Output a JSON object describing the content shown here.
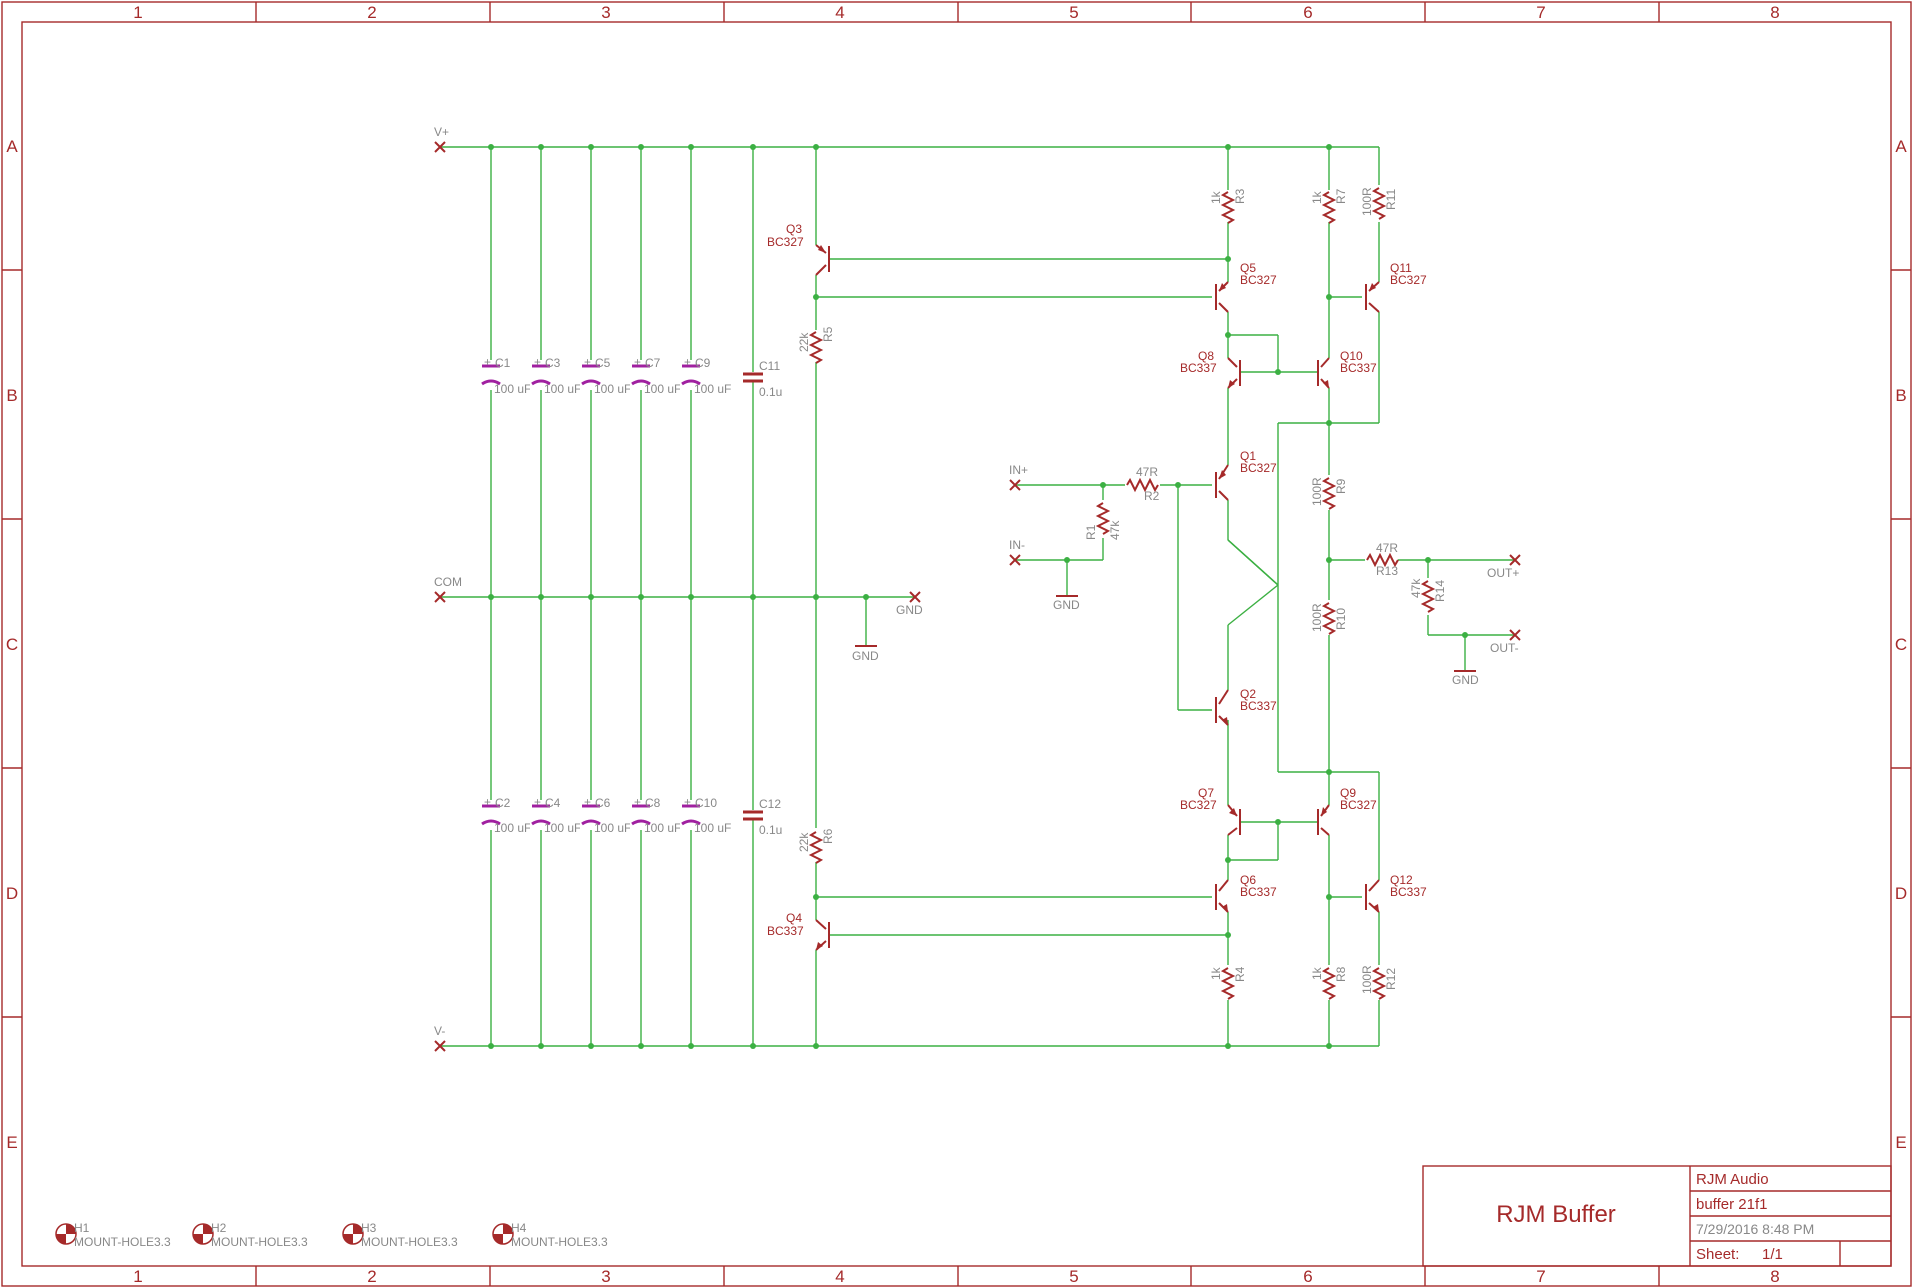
{
  "frame": {
    "columns": [
      "1",
      "2",
      "3",
      "4",
      "5",
      "6",
      "7",
      "8"
    ],
    "rows": [
      "A",
      "B",
      "C",
      "D",
      "E"
    ]
  },
  "title_block": {
    "title": "RJM Buffer",
    "company": "RJM Audio",
    "file": "buffer 21f1",
    "date": "7/29/2016 8:48 PM",
    "sheet_label": "Sheet:",
    "sheet_value": "1/1"
  },
  "nets": {
    "vplus": "V+",
    "vminus": "V-",
    "com": "COM",
    "gnd": "GND",
    "in_plus": "IN+",
    "in_minus": "IN-",
    "out_plus": "OUT+",
    "out_minus": "OUT-"
  },
  "capacitors": [
    {
      "ref": "C1",
      "value": "100 uF"
    },
    {
      "ref": "C3",
      "value": "100 uF"
    },
    {
      "ref": "C5",
      "value": "100 uF"
    },
    {
      "ref": "C7",
      "value": "100 uF"
    },
    {
      "ref": "C9",
      "value": "100 uF"
    },
    {
      "ref": "C2",
      "value": "100 uF"
    },
    {
      "ref": "C4",
      "value": "100 uF"
    },
    {
      "ref": "C6",
      "value": "100 uF"
    },
    {
      "ref": "C8",
      "value": "100 uF"
    },
    {
      "ref": "C10",
      "value": "100 uF"
    },
    {
      "ref": "C11",
      "value": "0.1u"
    },
    {
      "ref": "C12",
      "value": "0.1u"
    }
  ],
  "transistors": [
    {
      "ref": "Q3",
      "value": "BC327"
    },
    {
      "ref": "Q4",
      "value": "BC337"
    },
    {
      "ref": "Q5",
      "value": "BC327"
    },
    {
      "ref": "Q8",
      "value": "BC337"
    },
    {
      "ref": "Q10",
      "value": "BC337"
    },
    {
      "ref": "Q11",
      "value": "BC327"
    },
    {
      "ref": "Q1",
      "value": "BC327"
    },
    {
      "ref": "Q2",
      "value": "BC337"
    },
    {
      "ref": "Q7",
      "value": "BC327"
    },
    {
      "ref": "Q9",
      "value": "BC327"
    },
    {
      "ref": "Q6",
      "value": "BC337"
    },
    {
      "ref": "Q12",
      "value": "BC337"
    }
  ],
  "resistors": [
    {
      "ref": "R5",
      "value": "22k"
    },
    {
      "ref": "R6",
      "value": "22k"
    },
    {
      "ref": "R3",
      "value": "1k"
    },
    {
      "ref": "R7",
      "value": "1k"
    },
    {
      "ref": "R11",
      "value": "100R"
    },
    {
      "ref": "R4",
      "value": "1k"
    },
    {
      "ref": "R8",
      "value": "1k"
    },
    {
      "ref": "R12",
      "value": "100R"
    },
    {
      "ref": "R2",
      "value": "47R"
    },
    {
      "ref": "R1",
      "value": "47k"
    },
    {
      "ref": "R9",
      "value": "100R"
    },
    {
      "ref": "R10",
      "value": "100R"
    },
    {
      "ref": "R13",
      "value": "47R"
    },
    {
      "ref": "R14",
      "value": "47k"
    }
  ],
  "mount_holes": [
    {
      "ref": "H1",
      "value": "MOUNT-HOLE3.3"
    },
    {
      "ref": "H2",
      "value": "MOUNT-HOLE3.3"
    },
    {
      "ref": "H3",
      "value": "MOUNT-HOLE3.3"
    },
    {
      "ref": "H4",
      "value": "MOUNT-HOLE3.3"
    }
  ]
}
